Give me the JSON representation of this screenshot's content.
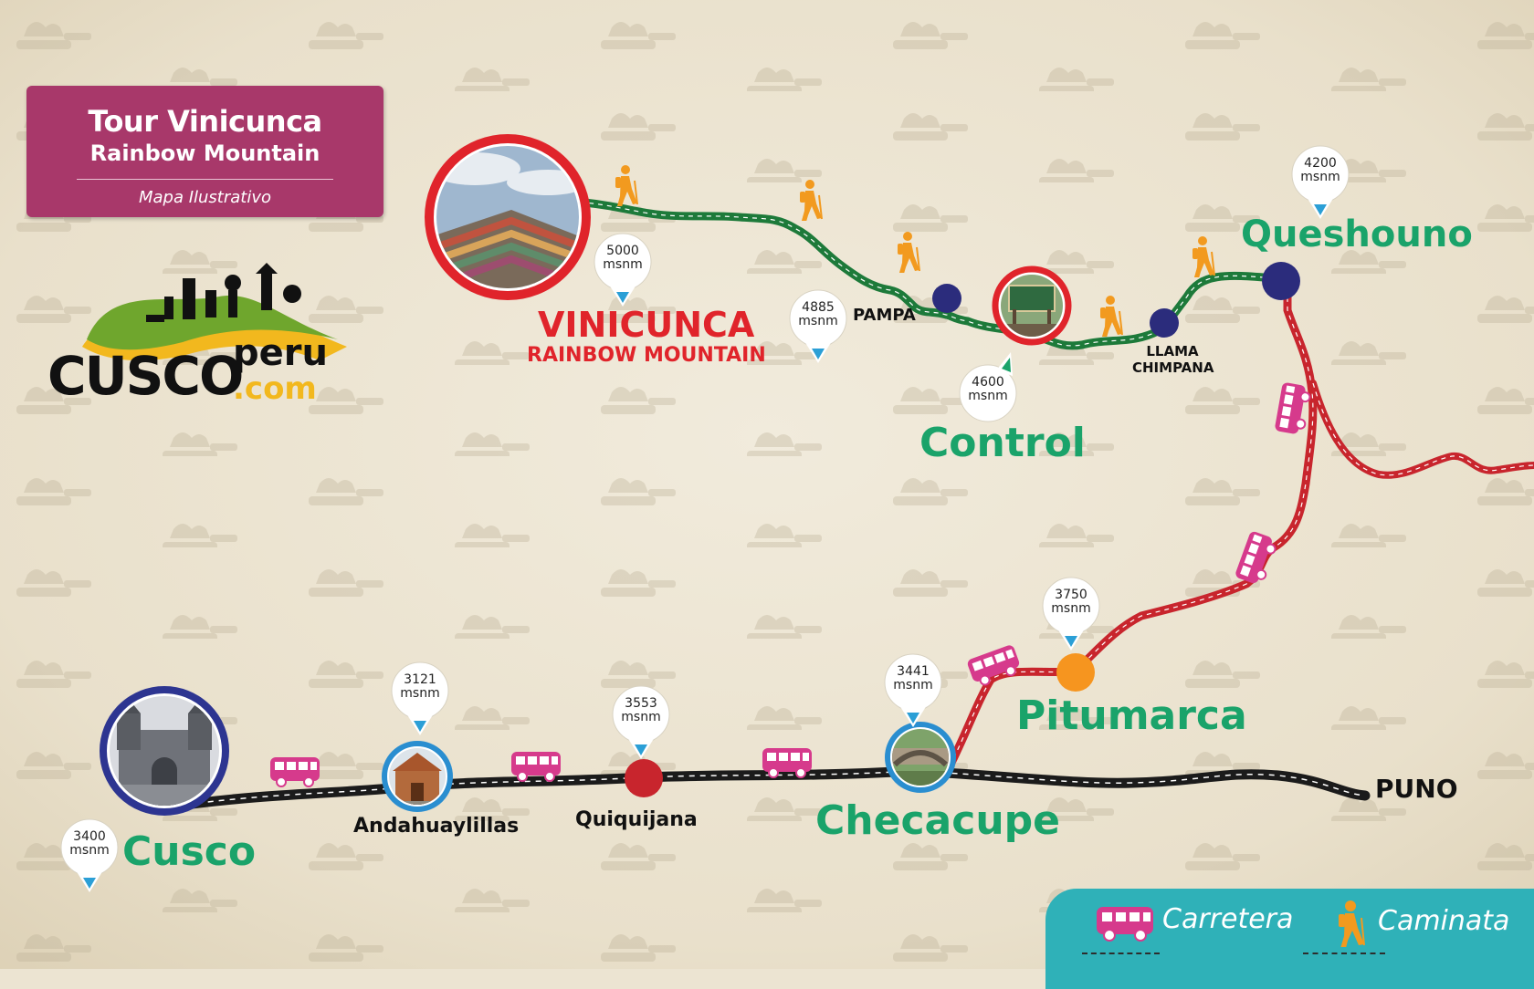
{
  "title": {
    "main": "Tour Vinicunca",
    "sub": "Rainbow Mountain",
    "caption": "Mapa Ilustrativo"
  },
  "logo": {
    "wordmark": "cusco",
    "brand": "peru",
    "domain": ".com"
  },
  "places": {
    "cusco": "Cusco",
    "andahuaylillas": "Andahuaylillas",
    "quiquijana": "Quiquijana",
    "checacupe": "Checacupe",
    "pitumarca": "Pitumarca",
    "queshouno": "Queshouno",
    "control": "Control",
    "pampa": "PAMPA",
    "llama_chimpana": "LLAMA CHIMPANA",
    "vinicunca": "VINICUNCA",
    "vinicunca_sub": "RAINBOW MOUNTAIN",
    "puno": "PUNO"
  },
  "altitudes": {
    "cusco": "3400",
    "andahuaylillas": "3121",
    "quiquijana": "3553",
    "checacupe": "3441",
    "pitumarca": "3750",
    "queshouno": "4200",
    "control": "4600",
    "pampa": "4885",
    "vinicunca": "5000",
    "unit": "msnm"
  },
  "legend": {
    "road": "Carretera",
    "walk": "Caminata"
  },
  "icons": {
    "bus": "bus-icon",
    "hiker": "hiker-icon"
  },
  "colors": {
    "title_bg": "#a8386a",
    "road_main": "#1b1b1b",
    "road_secondary": "#c8252d",
    "trail": "#1d7a3a",
    "place_label": "#1aa36a",
    "vinicunca_label": "#e0242b",
    "legend_bg": "#2fb1b8",
    "bus": "#d63a8c",
    "hiker": "#f29a1f",
    "waypoint": "#2b2c7c",
    "pitumarca_dot": "#f6951f"
  }
}
